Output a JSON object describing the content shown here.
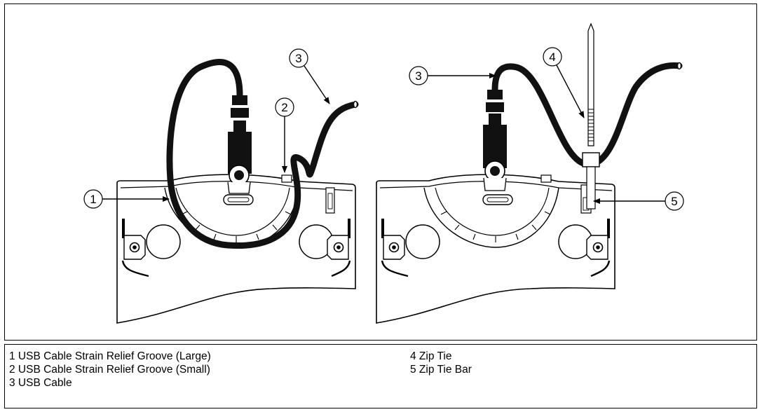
{
  "figure": {
    "callouts": {
      "left_1": "1",
      "left_2": "2",
      "left_3": "3",
      "right_3": "3",
      "right_4": "4",
      "right_5": "5"
    }
  },
  "legend": {
    "left_column": [
      "1 USB Cable Strain Relief Groove (Large)",
      "2 USB Cable Strain Relief Groove (Small)",
      "3 USB Cable"
    ],
    "right_column": [
      "4 Zip Tie",
      "5 Zip Tie Bar"
    ]
  },
  "colors": {
    "line": "#000000",
    "cable": "#1a1a1a",
    "background": "#ffffff"
  }
}
